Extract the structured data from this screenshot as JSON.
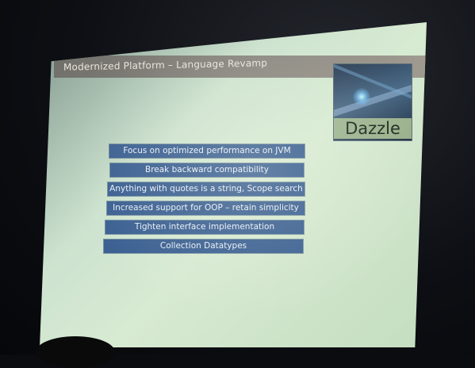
{
  "slide": {
    "title": "Modernized Platform – Language Revamp",
    "logo_text": "Dazzle",
    "bullets": [
      "Focus on optimized performance on JVM",
      "Break backward compatibility",
      "Anything with quotes is a string, Scope search",
      "Increased support for OOP – retain simplicity",
      "Tighten interface implementation",
      "Collection Datatypes"
    ]
  },
  "colors": {
    "bullet_bar": "#3a5f91",
    "screen": "#d7ead2",
    "title_bar": "#86807a",
    "room": "#0b0c10"
  }
}
